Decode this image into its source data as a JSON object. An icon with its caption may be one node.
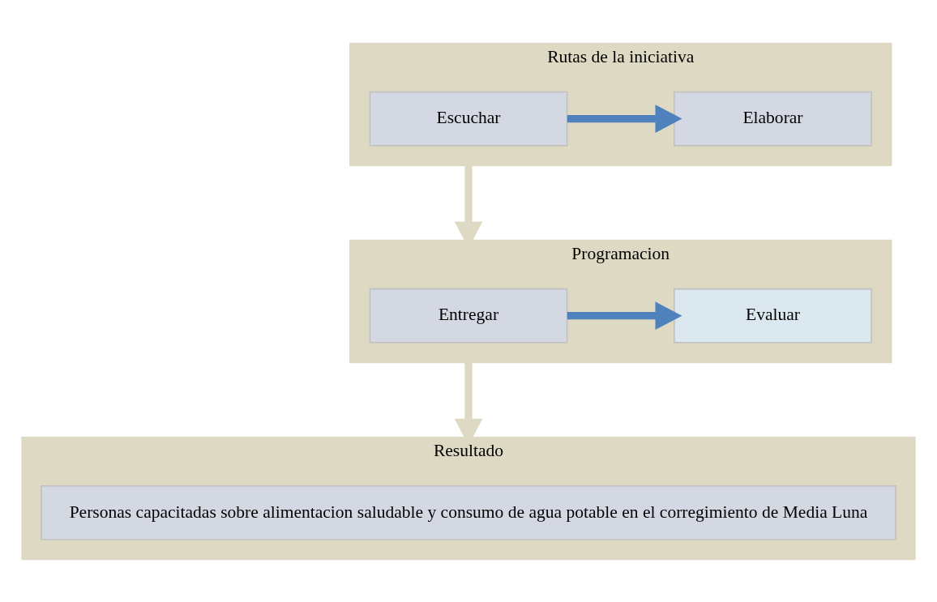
{
  "diagram": {
    "nodes": [
      {
        "text": [
          "Rutas de la iniciativa"
        ]
      },
      {
        "text": [
          "Escuchar"
        ],
        "in": 0
      },
      {
        "text": [
          "Elaborar"
        ],
        "in": 0
      },
      {
        "text": [
          "Programacion"
        ]
      },
      {
        "text": [
          "Entregar"
        ],
        "in": 3
      },
      {
        "text": [
          "Evaluar"
        ],
        "in": 3
      },
      {
        "text": [
          "Resultado"
        ]
      },
      {
        "text": [
          "Personas capacitadas sobre alimentacion saludable y consumo de agua potable en el corregimiento de Media Luna"
        ],
        "in": 6
      }
    ],
    "edges": [
      {
        "from": 1,
        "to": 2,
        "arrow": "to",
        "color": "#4f81bd"
      },
      {
        "from": 0,
        "to": 3,
        "arrow": "to",
        "color": "#ddd9c3"
      },
      {
        "from": 4,
        "to": 5,
        "arrow": "to",
        "color": "#4f81bd"
      },
      {
        "from": 3,
        "to": 6,
        "arrow": "to",
        "color": "#ddd9c3"
      }
    ]
  }
}
